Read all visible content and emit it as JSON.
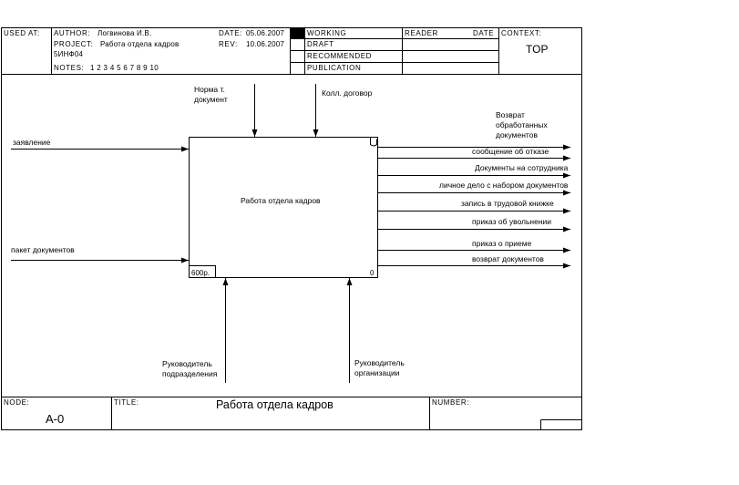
{
  "header": {
    "used_at_label": "USED AT:",
    "author_label": "AUTHOR:",
    "author_value": "Логвинова И.В.",
    "project_label": "PROJECT:",
    "project_value": "Работа отдела кадров",
    "project_code": "5ИНФ04",
    "notes_label": "NOTES:",
    "notes_value": "1  2  3  4  5  6  7  8  9  10",
    "date_label": "DATE:",
    "date_value": "05.06.2007",
    "rev_label": "REV:",
    "rev_value": "10.06.2007",
    "status_working": "WORKING",
    "status_draft": "DRAFT",
    "status_recommended": "RECOMMENDED",
    "status_publication": "PUBLICATION",
    "reader_label": "READER",
    "reader_date_label": "DATE",
    "context_label": "CONTEXT:",
    "context_value": "TOP"
  },
  "diagram": {
    "activity_name": "Работа отдела кадров",
    "activity_cost": "600р.",
    "activity_number": "0",
    "inputs": [
      "заявление",
      "пакет документов"
    ],
    "controls": [
      [
        "Норма т.",
        "документ"
      ],
      [
        "Колл. договор"
      ]
    ],
    "mechanisms": [
      [
        "Руководитель",
        "подразделения"
      ],
      [
        "Руководитель",
        "организации"
      ]
    ],
    "outputs": [
      [
        "Возврат",
        "обработанных",
        "документов"
      ],
      [
        "сообщение об отказе"
      ],
      [
        "Документы на сотрудника"
      ],
      [
        "личное дело с набором документов"
      ],
      [
        "запись в трудовой книжке"
      ],
      [
        "приказ об увольнении"
      ],
      [
        "приказ о приеме"
      ],
      [
        "возврат документов"
      ]
    ]
  },
  "footer": {
    "node_label": "NODE:",
    "node_value": "A-0",
    "title_label": "TITLE:",
    "title_value": "Работа отдела кадров",
    "number_label": "NUMBER:"
  }
}
